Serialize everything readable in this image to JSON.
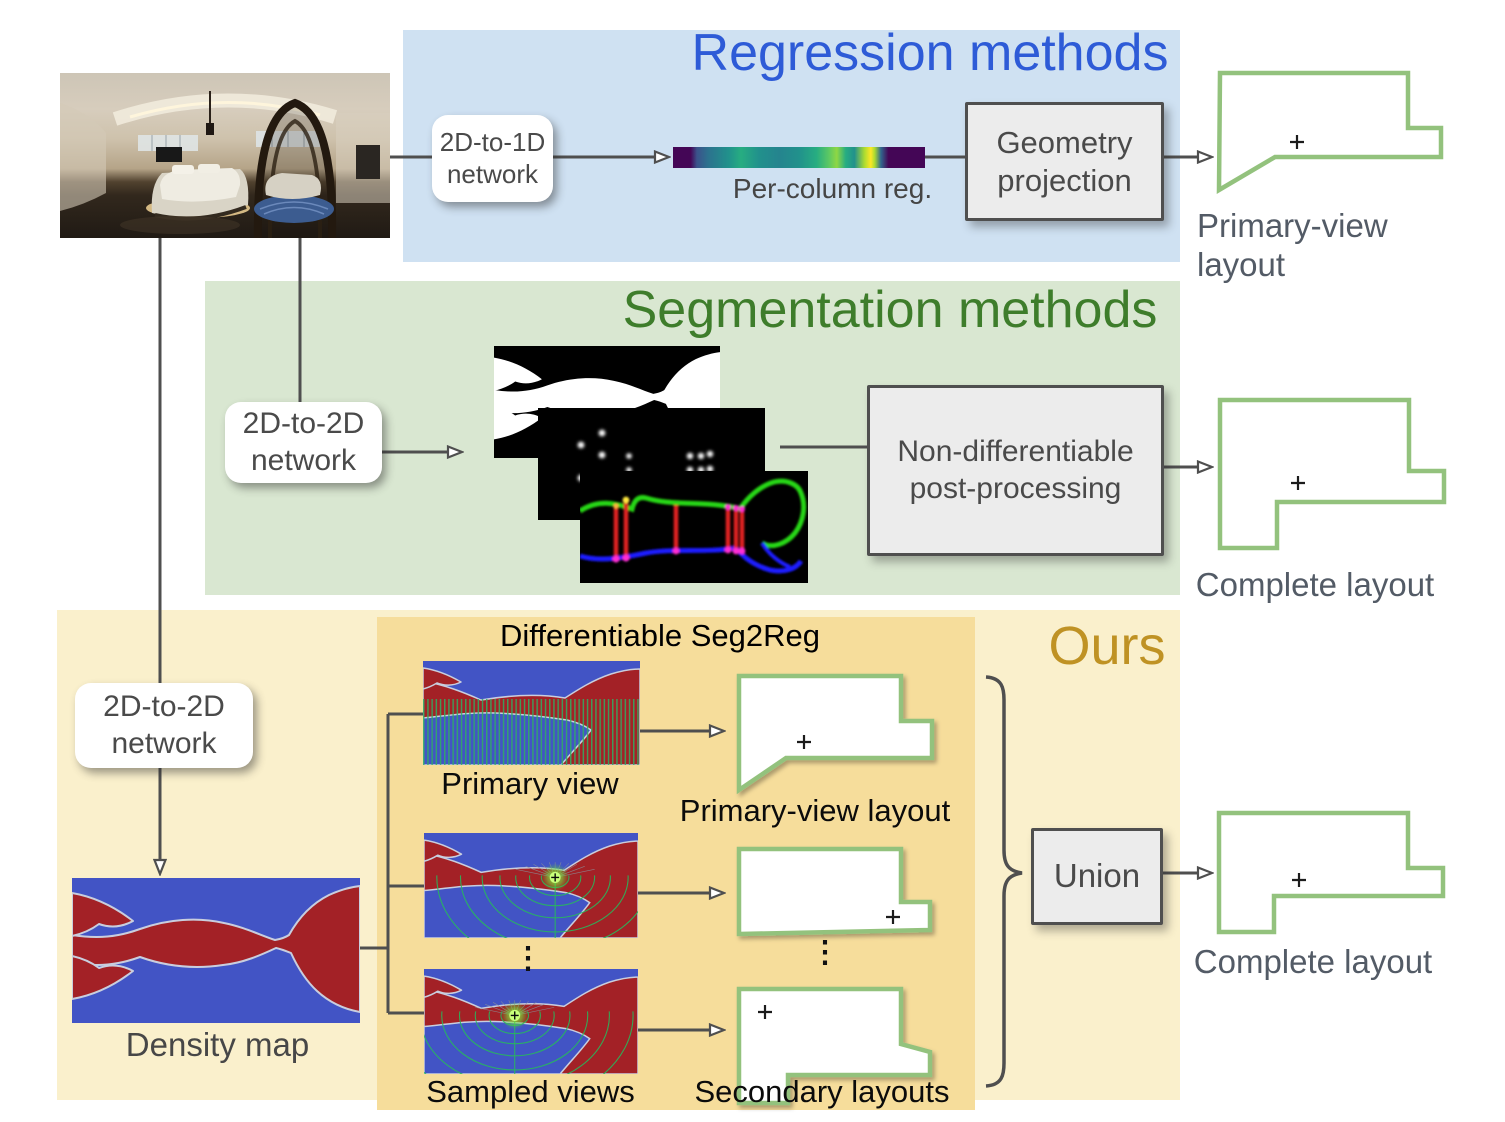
{
  "figure": {
    "glyphs": {
      "plus": "+",
      "ellipsis": "⋮"
    },
    "regression": {
      "title": "Regression methods",
      "network_box": "2D-to-1D\nnetwork",
      "bar_label": "Per-column reg.",
      "projection_box": "Geometry\nprojection",
      "output_label": "Primary-view\nlayout"
    },
    "segmentation": {
      "title": "Segmentation methods",
      "network_box": "2D-to-2D\nnetwork",
      "postprocessing_box": "Non-differentiable\npost-processing",
      "output_label": "Complete layout"
    },
    "ours": {
      "title": "Ours",
      "network_box": "2D-to-2D\nnetwork",
      "density_label": "Density map",
      "seg2reg_title": "Differentiable Seg2Reg",
      "primary_view_label": "Primary view",
      "primary_layout_label": "Primary-view layout",
      "sampled_views_label": "Sampled views",
      "secondary_layouts_label": "Secondary layouts",
      "union_box": "Union",
      "output_label": "Complete layout"
    },
    "icons": {
      "layout_center_mark": "plus-icon",
      "arrowheads": "hollow-triangle-arrow-icon"
    },
    "colors": {
      "regression_bg": "#cfe1f2",
      "regression_accent": "#2e5bd7",
      "segmentation_bg": "#d9e7d1",
      "segmentation_accent": "#3e7d2b",
      "ours_bg": "#faf0cc",
      "ours_inner_bg": "#f6dd9b",
      "ours_accent": "#bf9224",
      "layout_stroke": "#93c27d",
      "connector": "#4f4f4f",
      "density_red": "#a32126",
      "density_blue": "#4254c5"
    }
  }
}
